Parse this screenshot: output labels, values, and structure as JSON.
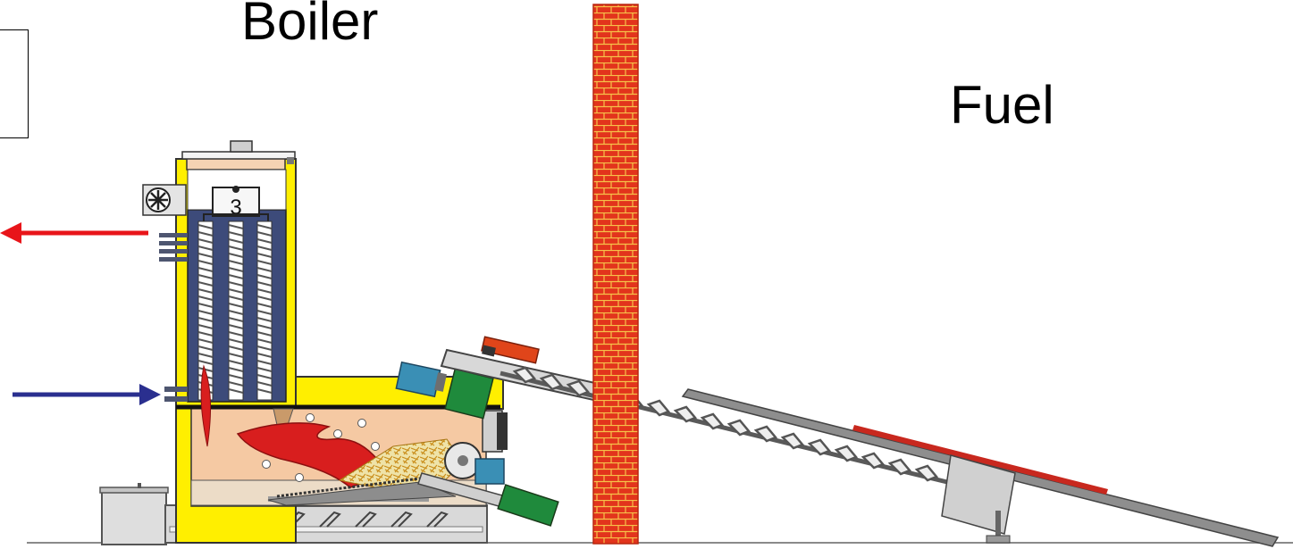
{
  "labels": {
    "boiler": "Boiler",
    "fuel": "Fuel"
  },
  "colors": {
    "hot_water_arrow": "#e8151a",
    "return_water_arrow": "#2a2f8f",
    "boiler_casing": "#ffef00",
    "combustion_chamber": "#f5c9a3",
    "heat_exchanger_tubes": "#3d4b7a",
    "brick_wall": "#e2341c",
    "auger": "#7a7a7a",
    "drive_motor": "#3a8fb5",
    "gear_box": "#1f8a3c",
    "flame": "#d81e1e",
    "wood_chips": "#d7a92a",
    "fuel_rail": "#c8281e"
  },
  "icons": [
    "fan-icon",
    "hot-water-outlet-arrow",
    "return-water-inlet-arrow"
  ]
}
